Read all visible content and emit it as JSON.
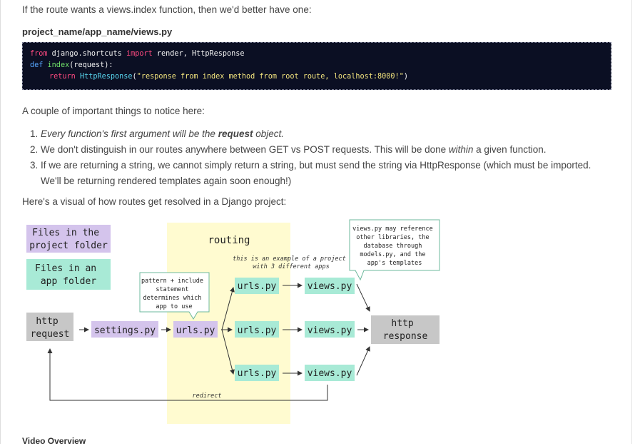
{
  "intro": "If the route wants a views.index function, then we'd better have one:",
  "file_path": "project_name/app_name/views.py",
  "code": {
    "line1": {
      "from": "from",
      "module": " django.shortcuts ",
      "import": "import",
      "names": " render, HttpResponse"
    },
    "line2": {
      "def": "def",
      "fname": " index",
      "params": "(request):"
    },
    "line3": {
      "ret": "return",
      "cls": " HttpResponse",
      "open": "(",
      "str": "\"response from index method from root route, localhost:8000!\"",
      "close": ")"
    }
  },
  "notice": "A couple of important things to notice here:",
  "list": {
    "item1": {
      "a": "Every function's first argument will be the ",
      "b": "request",
      "c": " object."
    },
    "item2": {
      "a": "We don't distinguish in our routes anywhere between GET vs POST requests. This will be done ",
      "b": "within",
      "c": " a given function."
    },
    "item3": "If we are returning a string, we cannot simply return a string, but must send the string via HttpResponse (which must be imported. We'll be returning rendered templates again soon enough!)"
  },
  "visual_intro": "Here's a visual of how routes get resolved in a Django project:",
  "diagram": {
    "legend_project": [
      "Files in the",
      "project folder"
    ],
    "legend_app": [
      "Files in an",
      "app folder"
    ],
    "routing": "routing",
    "example_note": [
      "this is an example of a project",
      "with 3 different apps"
    ],
    "include_note": [
      "pattern + include",
      "statement",
      "determines which",
      "app to use"
    ],
    "views_note": [
      "views.py may reference",
      "other libraries, the",
      "database through",
      "models.py, and the",
      "app's templates"
    ],
    "http_request": [
      "http",
      "request"
    ],
    "settings": "settings.py",
    "urls": "urls.py",
    "app_urls": [
      "urls.py",
      "urls.py",
      "urls.py"
    ],
    "app_views": [
      "views.py",
      "views.py",
      "views.py"
    ],
    "http_response": [
      "http",
      "response"
    ],
    "redirect": "redirect",
    "colors": {
      "project": "#d4c4ec",
      "app": "#a8ead6",
      "gray": "#c7c7c7",
      "routing_band": "#fffbd0",
      "note_border": "#6cb89c"
    }
  },
  "video_heading": "Video Overview"
}
